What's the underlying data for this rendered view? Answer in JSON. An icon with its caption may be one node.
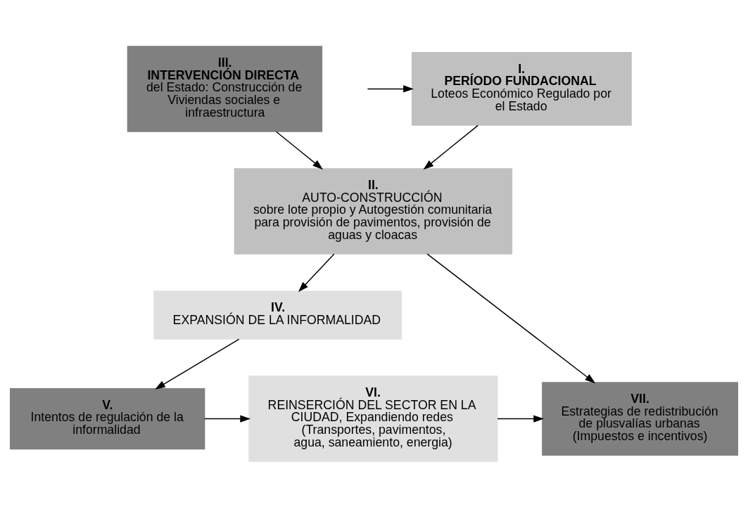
{
  "diagram": {
    "nodes": [
      {
        "text": [
          "I.",
          "PERÍODO FUNDACIONAL",
          "Loteos Económico Regulado por el Estado"
        ]
      },
      {
        "text": [
          "III.",
          "INTERVENCIÓN DIRECTA",
          "del Estado: Construcción de Viviendas sociales e infraestructura"
        ]
      },
      {
        "text": [
          "II.",
          "AUTO-CONSTRUCCIÓN",
          "sobre lote propio y Autogestión comunitaria para provisión de pavimentos, provisión de aguas y cloacas"
        ]
      },
      {
        "text": [
          "IV.",
          "EXPANSIÓN DE LA INFORMALIDAD"
        ]
      },
      {
        "text": [
          "V.",
          "Intentos de regulación de la informalidad"
        ]
      },
      {
        "text": [
          "VI.",
          "REINSERCIÓN DEL SECTOR EN LA CIUDAD, Expandiendo redes (Transportes, pavimentos, agua, saneamiento, energia)"
        ]
      },
      {
        "text": [
          "VII.",
          "Estrategias de redistribución de plusvalías urbanas (Impuestos e incentivos)"
        ]
      }
    ],
    "edges": [
      {
        "from": null,
        "to": 0,
        "arrow": "to"
      },
      {
        "from": 0,
        "to": 2,
        "arrow": "to"
      },
      {
        "from": 1,
        "to": 2,
        "arrow": "to"
      },
      {
        "from": 2,
        "to": 3,
        "arrow": "to"
      },
      {
        "from": 2,
        "to": 6,
        "arrow": "to"
      },
      {
        "from": 3,
        "to": 4,
        "arrow": "to"
      },
      {
        "from": 4,
        "to": 5,
        "arrow": "to"
      },
      {
        "from": 5,
        "to": 6,
        "arrow": "to"
      }
    ]
  }
}
